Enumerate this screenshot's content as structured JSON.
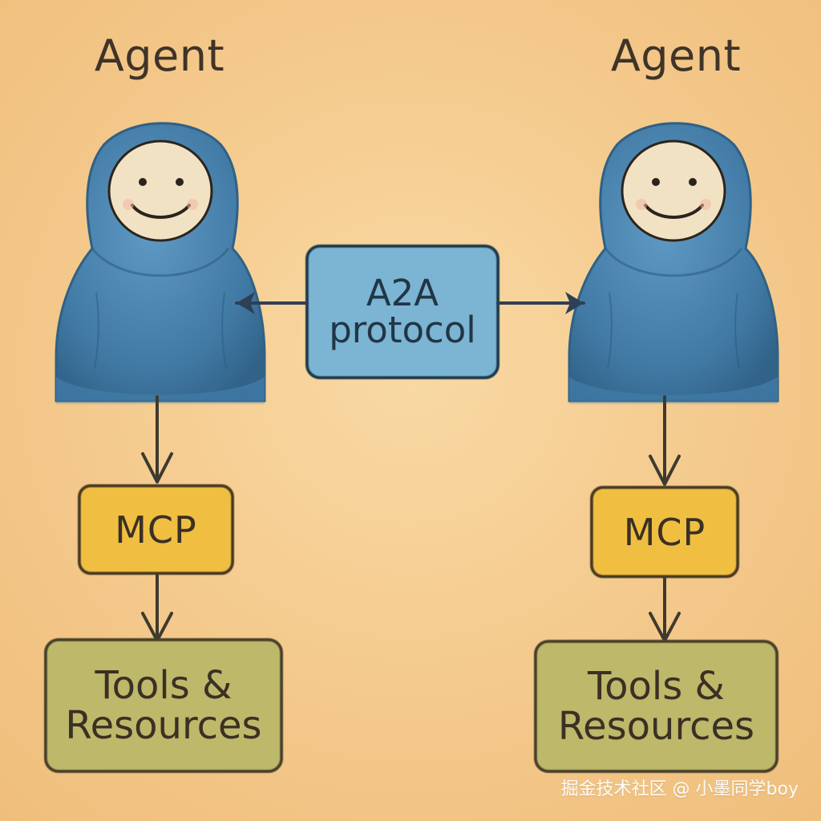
{
  "diagram": {
    "left_agent_label": "Agent",
    "right_agent_label": "Agent",
    "center_label": "A2A\nprotocol",
    "left_mcp_label": "MCP",
    "right_mcp_label": "MCP",
    "left_tools_label": "Tools &\nResources",
    "right_tools_label": "Tools &\nResources"
  },
  "watermark": {
    "text": "掘金技术社区 @ 小墨同学boy"
  },
  "colors": {
    "paper": "#f4c98c",
    "hood": "#4a86b3",
    "hood_dark": "#2d5f86",
    "face": "#f2e2c4",
    "a2a_box": "#7bb4d3",
    "mcp_box": "#f0bf43",
    "tools_box": "#bdb86a",
    "stroke": "#3a2f24"
  },
  "icons": {
    "left_agent": "hooded-agent-icon",
    "right_agent": "hooded-agent-icon"
  }
}
